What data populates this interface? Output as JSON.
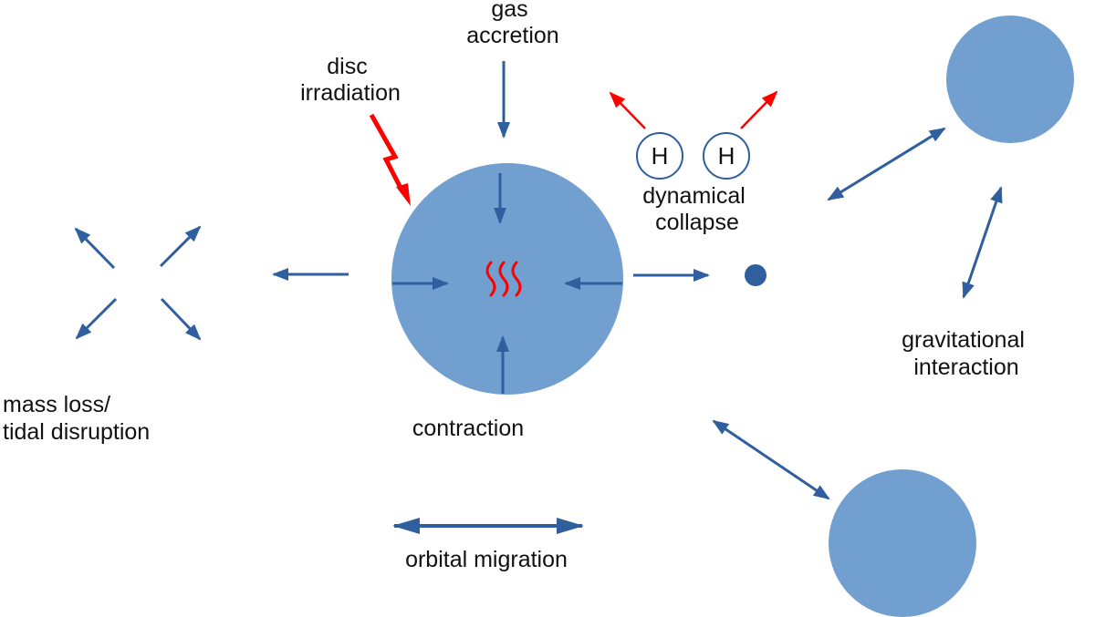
{
  "colors": {
    "planet_fill": "#719FCF",
    "arrow_blue": "#2F5F9E",
    "arrow_red": "#FF0000",
    "text": "#111111",
    "core_fill": "#2F5F9E"
  },
  "labels": {
    "gas_accretion": [
      "gas",
      "accretion"
    ],
    "disc_irradiation": [
      "disc",
      "irradiation"
    ],
    "dynamical_collapse": [
      "dynamical",
      "collapse"
    ],
    "gravitational_interaction": [
      "gravitational",
      "interaction"
    ],
    "mass_loss": [
      "mass loss/",
      "tidal disruption"
    ],
    "contraction": "contraction",
    "orbital_migration": "orbital migration",
    "hydrogen_symbol": "H"
  },
  "icons": {
    "heat": "wavy-heat-lines-icon",
    "lightning": "lightning-bolt-icon"
  }
}
